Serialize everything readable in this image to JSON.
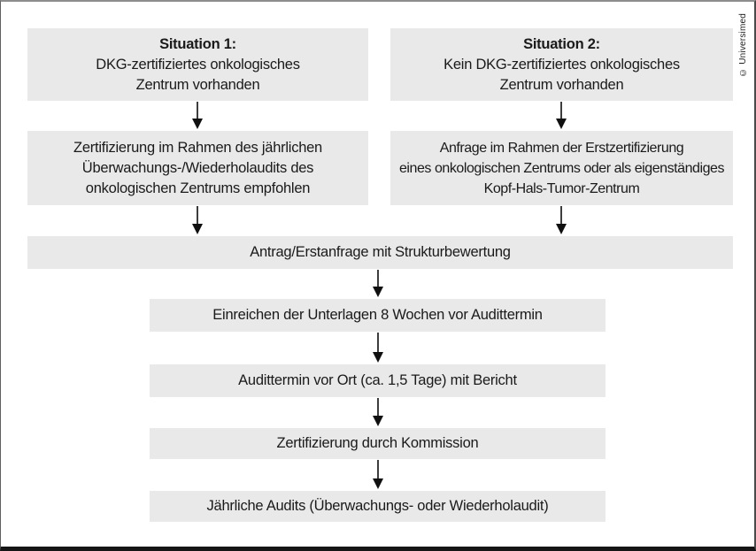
{
  "credit": "© Universimed",
  "colors": {
    "box_fill": "#e9e9e9",
    "text": "#1a1a1a",
    "arrow": "#101010",
    "frame_border_top": "#8d8d8d",
    "frame_border_bottom": "#151515",
    "background": "#ffffff"
  },
  "flowchart": {
    "situation1": {
      "title": "Situation 1:",
      "lines": [
        "DKG-zertifiziertes onkologisches",
        "Zentrum vorhanden"
      ]
    },
    "situation2": {
      "title": "Situation 2:",
      "lines": [
        "Kein DKG-zertifiziertes onkologisches",
        "Zentrum vorhanden"
      ]
    },
    "branch1_step": {
      "lines": [
        "Zertifizierung im Rahmen des jährlichen",
        "Überwachungs-/Wiederholaudits des",
        "onkologischen Zentrums empfohlen"
      ]
    },
    "branch2_step": {
      "lines": [
        "Anfrage im Rahmen der Erstzertifizierung",
        "eines onkologischen Zentrums oder als eigenständiges",
        "Kopf-Hals-Tumor-Zentrum"
      ]
    },
    "merge_step": {
      "label": "Antrag/Erstanfrage mit Strukturbewertung"
    },
    "steps": [
      {
        "label": "Einreichen der Unterlagen 8 Wochen vor Audittermin"
      },
      {
        "label": "Audittermin vor Ort (ca. 1,5 Tage) mit Bericht"
      },
      {
        "label": "Zertifizierung durch Kommission"
      },
      {
        "label": "Jährliche Audits (Überwachungs- oder Wiederholaudit)"
      }
    ]
  }
}
